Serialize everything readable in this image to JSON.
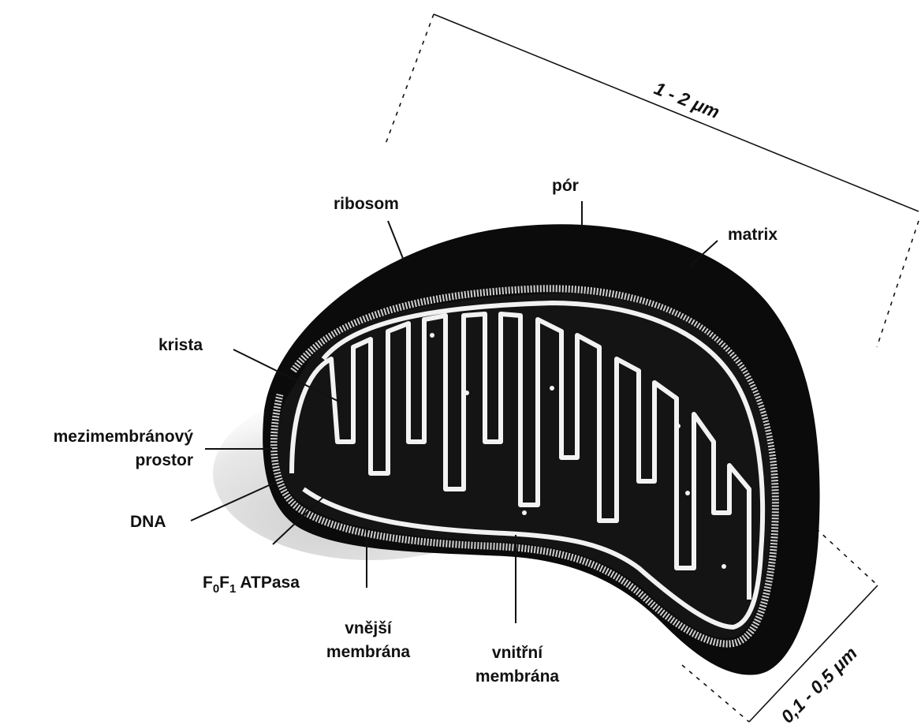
{
  "labels": {
    "ribosom": "ribosom",
    "por": "pór",
    "matrix": "matrix",
    "krista": "krista",
    "intermembrane_line1": "mezimembránový",
    "intermembrane_line2": "prostor",
    "dna": "DNA",
    "atpase_f": "F",
    "atpase_sub0": "0",
    "atpase_f2": "F",
    "atpase_sub1": "1",
    "atpase_rest": " ATPasa",
    "outer_membrane_line1": "vnější",
    "outer_membrane_line2": "membrána",
    "inner_membrane_line1": "vnitřní",
    "inner_membrane_line2": "membrána"
  },
  "dimensions": {
    "length": "1 - 2 μm",
    "width": "0,1 - 0,5 μm"
  },
  "colors": {
    "body": "#0b0b0b",
    "outer_membrane": "#d9d9d9",
    "cristae": "#f2f2f2",
    "line": "#111111"
  }
}
